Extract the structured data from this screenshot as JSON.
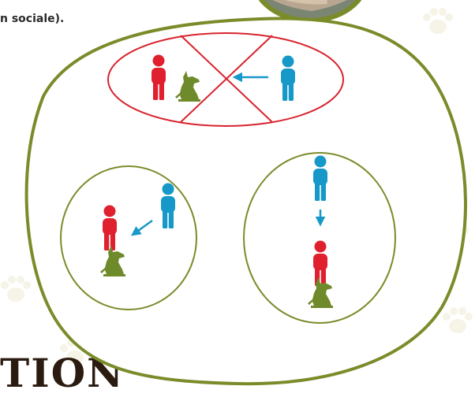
{
  "caption": "n sociale).",
  "heading": "TION",
  "colors": {
    "outer_border": "#7a8c2a",
    "prohibited": "#d8232e",
    "person_red": "#e0202f",
    "person_blue": "#1698c9",
    "dog_green": "#6f8a2a",
    "arrow_blue": "#1698c9",
    "photo_border": "#7a8c2a"
  },
  "diagram": {
    "top_circle": "interaction-prohibited",
    "left_circle": "person-to-dog",
    "right_circle": "person-to-person"
  }
}
